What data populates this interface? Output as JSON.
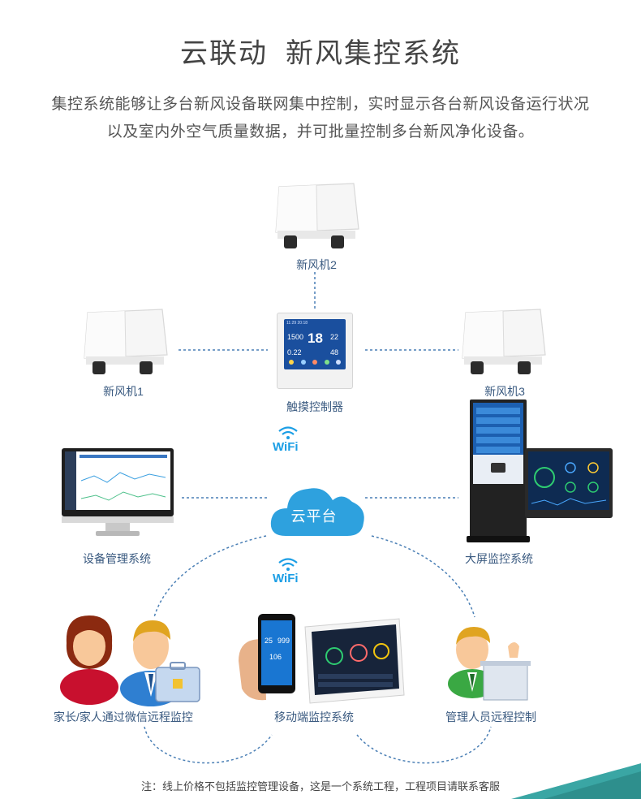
{
  "header": {
    "title_part1": "云联动",
    "title_part2": "新风集控系统",
    "desc_line1": "集控系统能够让多台新风设备联网集中控制，实时显示各台新风设备运行状况",
    "desc_line2": "以及室内外空气质量数据，并可批量控制多台新风净化设备。"
  },
  "nodes": {
    "fan1": "新风机1",
    "fan2": "新风机2",
    "fan3": "新风机3",
    "controller": "触摸控制器",
    "cloud": "云平台",
    "device_mgmt": "设备管理系统",
    "big_screen": "大屏监控系统",
    "parents": "家长/家人通过微信远程监控",
    "mobile": "移动端监控系统",
    "admin": "管理人员远程控制"
  },
  "wifi": {
    "upper": "WiFi",
    "lower": "WiFi"
  },
  "controller_screen": {
    "time": "11:29  20:18",
    "v1": "1500",
    "v2": "18",
    "v3": "22",
    "v4": "0.22",
    "v5": "48"
  },
  "phone_screen": {
    "v1": "25",
    "v2": "999",
    "v3": "106"
  },
  "footer": {
    "note": "注：线上价格不包括监控管理设备，这是一个系统工程，工程项目请联系客服"
  },
  "colors": {
    "accent_blue": "#1b9ee5",
    "label_blue": "#3a5a80",
    "corner_teal": "#3aa6a4"
  }
}
